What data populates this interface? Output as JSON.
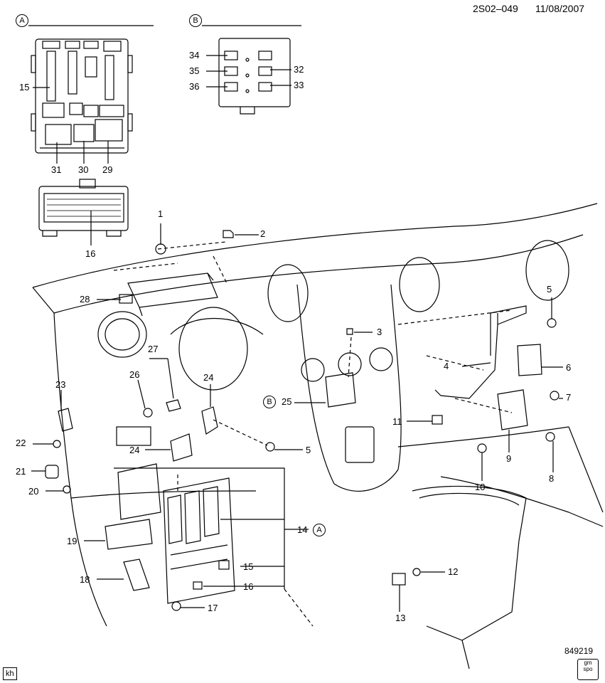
{
  "header": {
    "code": "2S02–049",
    "date": "11/08/2007"
  },
  "insets": {
    "A": "A",
    "B": "B"
  },
  "part_numbers": {
    "p1": "1",
    "p2": "2",
    "p3": "3",
    "p4": "4",
    "p5a": "5",
    "p5b": "5",
    "p6": "6",
    "p7": "7",
    "p8": "8",
    "p9": "9",
    "p10": "10",
    "p11": "11",
    "p12": "12",
    "p13": "13",
    "p14": "14",
    "p15a": "15",
    "p15b": "15",
    "p16a": "16",
    "p16b": "16",
    "p17": "17",
    "p18": "18",
    "p19": "19",
    "p20": "20",
    "p21": "21",
    "p22": "22",
    "p23": "23",
    "p24a": "24",
    "p24b": "24",
    "p25": "25",
    "p26": "26",
    "p27": "27",
    "p28": "28",
    "p29": "29",
    "p30": "30",
    "p31": "31",
    "p32": "32",
    "p33": "33",
    "p34": "34",
    "p35": "35",
    "p36": "36"
  },
  "callout_refs": {
    "ref_B": "B",
    "ref_A": "A"
  },
  "drawing_number": "849219",
  "footer": {
    "initials": "kh",
    "logo_top": "gm",
    "logo_bottom": "spo"
  }
}
